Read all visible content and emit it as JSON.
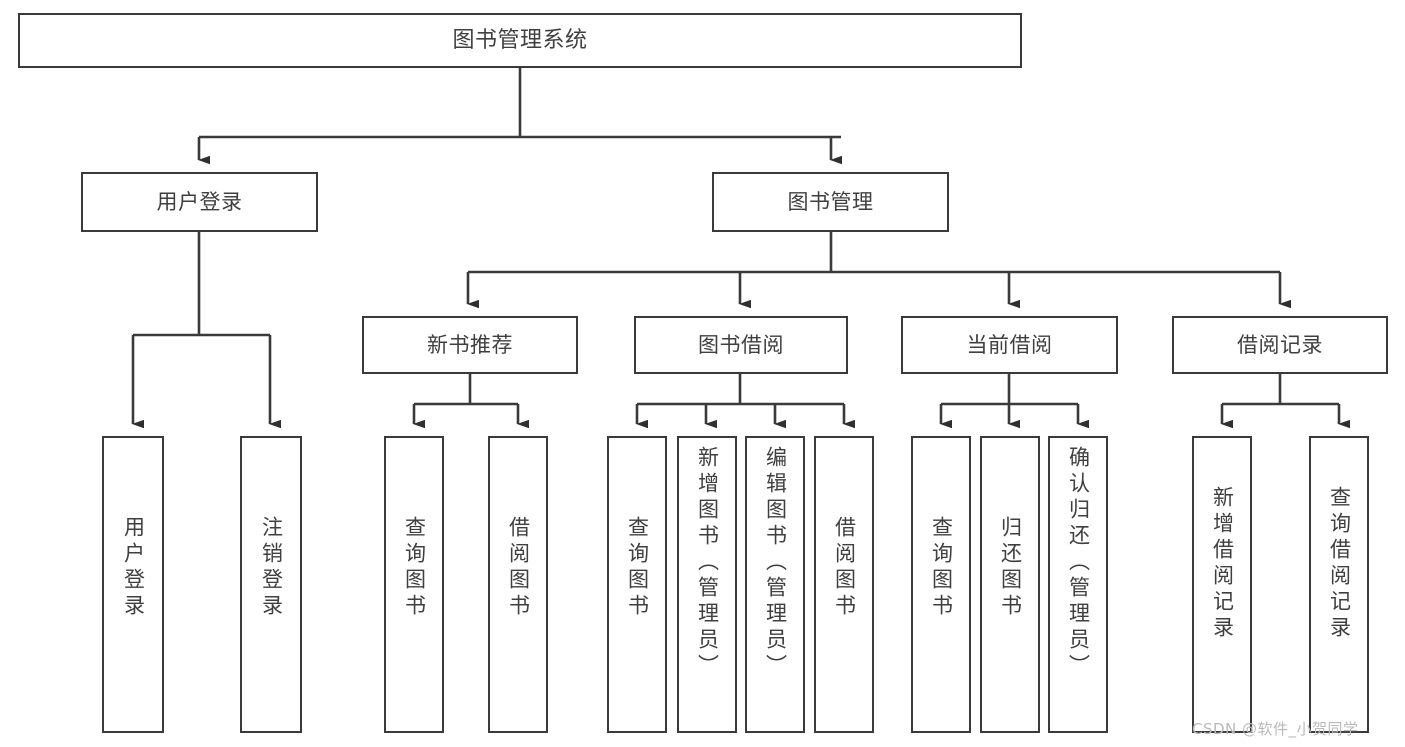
{
  "diagram": {
    "type": "tree-hierarchy-chart",
    "title": "图书管理系统",
    "stroke_color": "#3a3a3a",
    "text_color": "#3f3f3f",
    "background_color": "#ffffff",
    "watermark": "CSDN @软件_小贺同学",
    "levels": {
      "root": {
        "label": "图书管理系统"
      },
      "level2": [
        {
          "id": "user-login",
          "label": "用户登录"
        },
        {
          "id": "book-manage",
          "label": "图书管理"
        }
      ],
      "level3": [
        {
          "id": "new-book-recommend",
          "label": "新书推荐",
          "parent": "book-manage"
        },
        {
          "id": "book-borrow",
          "label": "图书借阅",
          "parent": "book-manage"
        },
        {
          "id": "current-borrow",
          "label": "当前借阅",
          "parent": "book-manage"
        },
        {
          "id": "borrow-record",
          "label": "借阅记录",
          "parent": "book-manage"
        }
      ],
      "leaves": {
        "user-login": [
          {
            "id": "leaf-user-login",
            "label": "用户登录"
          },
          {
            "id": "leaf-logout",
            "label": "注销登录"
          }
        ],
        "new-book-recommend": [
          {
            "id": "leaf-query-book-1",
            "label": "查询图书"
          },
          {
            "id": "leaf-borrow-book-1",
            "label": "借阅图书"
          }
        ],
        "book-borrow": [
          {
            "id": "leaf-query-book-2",
            "label": "查询图书"
          },
          {
            "id": "leaf-add-book",
            "label": "新增图书（管理员）"
          },
          {
            "id": "leaf-edit-book",
            "label": "编辑图书（管理员）"
          },
          {
            "id": "leaf-borrow-book-2",
            "label": "借阅图书"
          }
        ],
        "current-borrow": [
          {
            "id": "leaf-query-book-3",
            "label": "查询图书"
          },
          {
            "id": "leaf-return-book",
            "label": "归还图书"
          },
          {
            "id": "leaf-confirm-return",
            "label": "确认归还（管理员）"
          }
        ],
        "borrow-record": [
          {
            "id": "leaf-add-record",
            "label": "新增借阅记录"
          },
          {
            "id": "leaf-query-record",
            "label": "查询借阅记录"
          }
        ]
      }
    }
  }
}
